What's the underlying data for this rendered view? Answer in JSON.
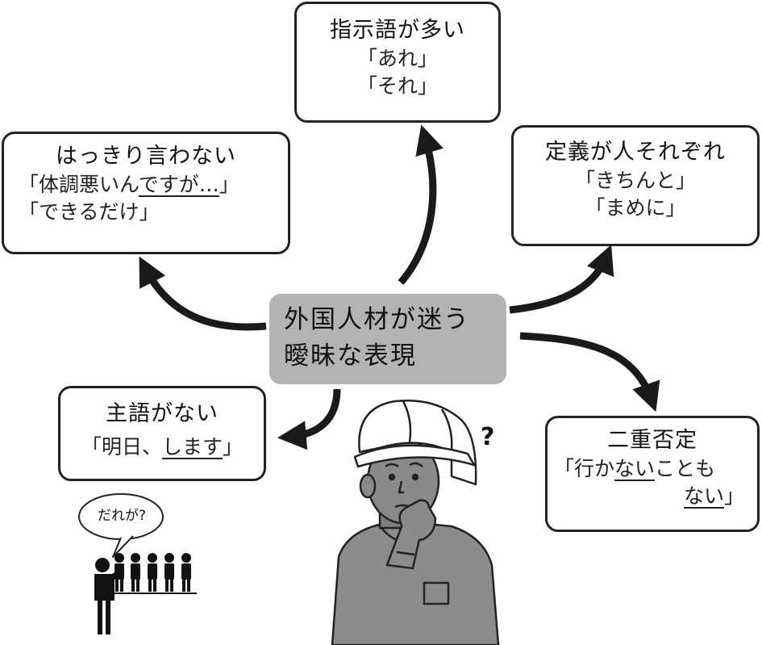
{
  "center": {
    "line1": "外国人材が迷う",
    "line2": "曖昧な表現"
  },
  "boxes": {
    "demonstratives": {
      "title": "指示語が多い",
      "lines": [
        "「あれ」",
        "「それ」"
      ]
    },
    "indirect": {
      "title": "はっきり言わない",
      "line1_pre": "「体調悪いん",
      "line1_ul": "ですが…",
      "line1_post": "」",
      "line2": "「できるだけ」"
    },
    "definition": {
      "title": "定義が人それぞれ",
      "lines": [
        "「きちんと」",
        "「まめに」"
      ]
    },
    "subject": {
      "title": "主語がない",
      "pre": "「明日、",
      "ul": "します",
      "post": "」"
    },
    "double_negative": {
      "title": "二重否定",
      "line1_pre": "「行か",
      "line1_ul": "ない",
      "line1_post": "ことも",
      "line2_ul": "ない",
      "line2_post": "」"
    }
  },
  "bubble": "だれが?",
  "question_mark": "?",
  "colors": {
    "center_bg": "#b3b3b3",
    "border": "#222222",
    "arrow": "#1a1a1a",
    "worker_gray": "#8c8c8c"
  }
}
